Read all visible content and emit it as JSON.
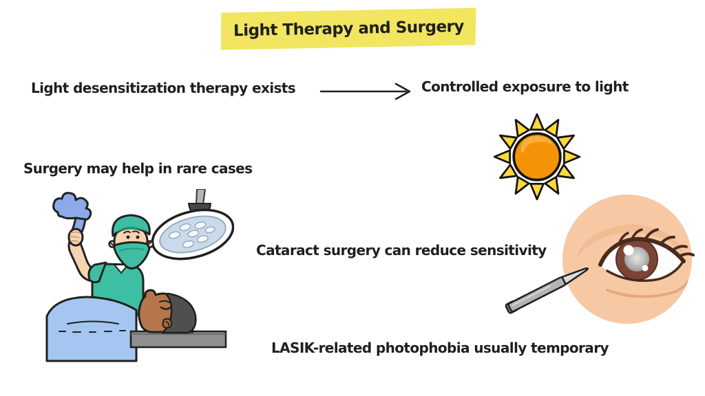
{
  "title": "Light Therapy and Surgery",
  "flow": {
    "source": "Light desensitization therapy exists",
    "target": "Controlled exposure to light"
  },
  "statements": {
    "surgery": "Surgery may help in rare cases",
    "cataract": "Cataract surgery can reduce sensitivity",
    "lasik": "LASIK-related photophobia usually temporary"
  },
  "icons": {
    "arrow": "right-arrow-icon",
    "sun": "sun-icon",
    "surgeon_scene": "surgeon-operating-illustration",
    "eye_scalpel": "eye-with-scalpel-illustration"
  },
  "colors": {
    "background": "#FFFFFF",
    "ink": "#1F1F1F",
    "title-highlight": "#F2E560",
    "sun-core": "#F39408",
    "sun-core-highlight": "#F9AF3B",
    "sun-ray": "#FFD93B",
    "scrubs-teal": "#3EBFA4",
    "scrubs-teal-dark": "#1E9E86",
    "glove-blue": "#8CA9E8",
    "blanket-blue": "#A4C6F0",
    "skin-peach": "#F8D3B0",
    "patient-skin": "#B5764C",
    "patient-ear": "#A5683F",
    "patient-hair": "#4F4F4F",
    "table-gray": "#8F8F8F",
    "lamp-face-blue": "#CBDAEA",
    "eye-skin": "#F6C9A4",
    "eye-lid-shade": "#EFBC94",
    "iris-brown": "#7B4434",
    "lash-brown": "#4A2A1E"
  }
}
